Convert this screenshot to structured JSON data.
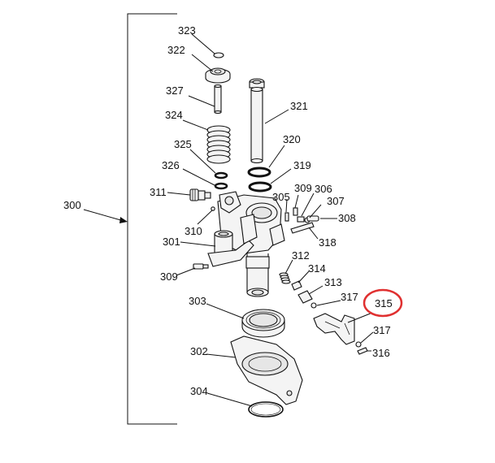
{
  "assembly": {
    "label": "300"
  },
  "highlight": {
    "part": "315",
    "color": "#e03030"
  },
  "callouts": [
    {
      "id": "323",
      "label": "323"
    },
    {
      "id": "322",
      "label": "322"
    },
    {
      "id": "327",
      "label": "327"
    },
    {
      "id": "324",
      "label": "324"
    },
    {
      "id": "325",
      "label": "325"
    },
    {
      "id": "326",
      "label": "326"
    },
    {
      "id": "311",
      "label": "311"
    },
    {
      "id": "310",
      "label": "310"
    },
    {
      "id": "301",
      "label": "301"
    },
    {
      "id": "309a",
      "label": "309"
    },
    {
      "id": "321",
      "label": "321"
    },
    {
      "id": "320",
      "label": "320"
    },
    {
      "id": "319",
      "label": "319"
    },
    {
      "id": "309b",
      "label": "309"
    },
    {
      "id": "305",
      "label": "305"
    },
    {
      "id": "306",
      "label": "306"
    },
    {
      "id": "307",
      "label": "307"
    },
    {
      "id": "308",
      "label": "308"
    },
    {
      "id": "318",
      "label": "318"
    },
    {
      "id": "312",
      "label": "312"
    },
    {
      "id": "314",
      "label": "314"
    },
    {
      "id": "313",
      "label": "313"
    },
    {
      "id": "317a",
      "label": "317"
    },
    {
      "id": "315",
      "label": "315"
    },
    {
      "id": "317b",
      "label": "317"
    },
    {
      "id": "316",
      "label": "316"
    },
    {
      "id": "303",
      "label": "303"
    },
    {
      "id": "302",
      "label": "302"
    },
    {
      "id": "304",
      "label": "304"
    }
  ]
}
